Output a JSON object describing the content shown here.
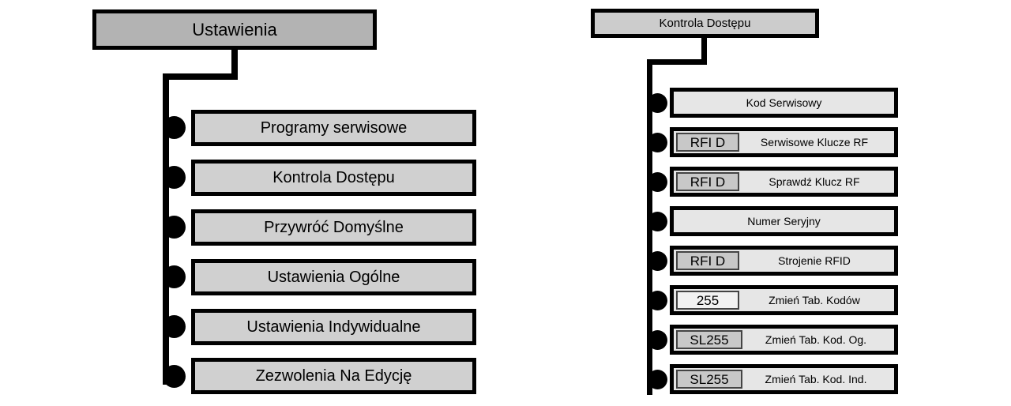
{
  "diagram": {
    "kind": "menu-tree-diagram",
    "language": "pl",
    "colors": {
      "background": "#ffffff",
      "outline": "#000000",
      "left_title_fill": "#b3b3b3",
      "left_node_fill": "#d0d0d0",
      "right_title_fill": "#cccccc",
      "right_node_fill": "#e6e6e6",
      "badge_fill_dark": "#c8c8c8",
      "badge_fill_light": "#f2f2f2"
    }
  },
  "left_tree": {
    "title": "Ustawienia",
    "items": [
      {
        "label": "Programy serwisowe"
      },
      {
        "label": "Kontrola Dostępu"
      },
      {
        "label": "Przywróć Domyślne"
      },
      {
        "label": "Ustawienia Ogólne"
      },
      {
        "label": "Ustawienia Indywidualne"
      },
      {
        "label": "Zezwolenia Na Edycję"
      }
    ]
  },
  "right_tree": {
    "title": "Kontrola Dostępu",
    "items": [
      {
        "badge": "",
        "label": "Kod Serwisowy"
      },
      {
        "badge": "RFI D",
        "label": "Serwisowe Klucze RF"
      },
      {
        "badge": "RFI D",
        "label": "Sprawdź Klucz RF"
      },
      {
        "badge": "",
        "label": "Numer Seryjny"
      },
      {
        "badge": "RFI D",
        "label": "Strojenie RFID"
      },
      {
        "badge": "255",
        "label": "Zmień Tab. Kodów"
      },
      {
        "badge": "SL255",
        "label": "Zmień Tab. Kod. Og."
      },
      {
        "badge": "SL255",
        "label": "Zmień Tab. Kod. Ind."
      }
    ]
  }
}
